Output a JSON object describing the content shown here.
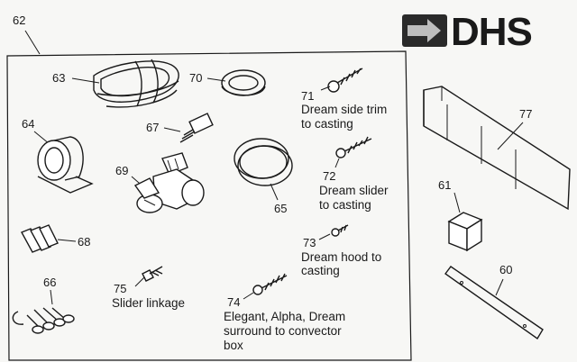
{
  "brand": {
    "logo_text": "DHS"
  },
  "parts": {
    "kit_box": "62",
    "p63": "63",
    "p70": "70",
    "p64": "64",
    "p67": "67",
    "p69": "69",
    "p65": "65",
    "p68": "68",
    "p66": "66",
    "p71": {
      "number": "71",
      "label_line1": "Dream side trim",
      "label_line2": "to casting"
    },
    "p72": {
      "number": "72",
      "label_line1": "Dream slider",
      "label_line2": "to casting"
    },
    "p73": {
      "number": "73",
      "label_line1": "Dream hood to",
      "label_line2": "casting"
    },
    "p74": {
      "number": "74",
      "label_line1": "Elegant, Alpha, Dream",
      "label_line2": "surround to convector",
      "label_line3": "box"
    },
    "p75": {
      "number": "75",
      "label_line1": "Slider linkage"
    },
    "p77": "77",
    "p61": "61",
    "p60": "60"
  }
}
